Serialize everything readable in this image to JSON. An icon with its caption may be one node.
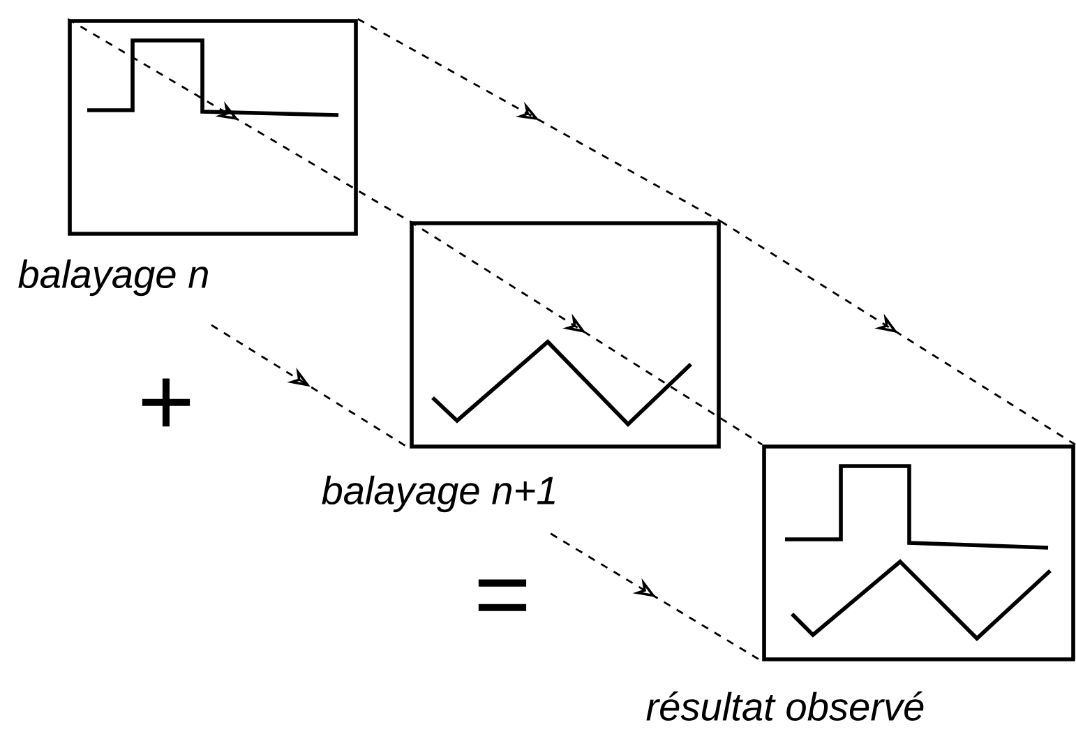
{
  "diagram": {
    "nodes": [
      {
        "text": [
          "balayage n"
        ]
      },
      {
        "text": [
          "balayage n+1"
        ]
      },
      {
        "text": [
          "résultat observé"
        ]
      }
    ],
    "edges": [
      {
        "from": 0,
        "to": 1,
        "arrow": "to",
        "style": "dashed"
      },
      {
        "from": 0,
        "to": 1,
        "arrow": "to",
        "style": "dashed"
      },
      {
        "from": 0,
        "to": 1,
        "arrow": "to",
        "style": "dashed"
      },
      {
        "from": 1,
        "to": 2,
        "arrow": "to",
        "style": "dashed"
      },
      {
        "from": 1,
        "to": 2,
        "arrow": "to",
        "style": "dashed"
      },
      {
        "from": 1,
        "to": 2,
        "arrow": "to",
        "style": "dashed"
      }
    ],
    "labels": [
      "+",
      "="
    ]
  }
}
